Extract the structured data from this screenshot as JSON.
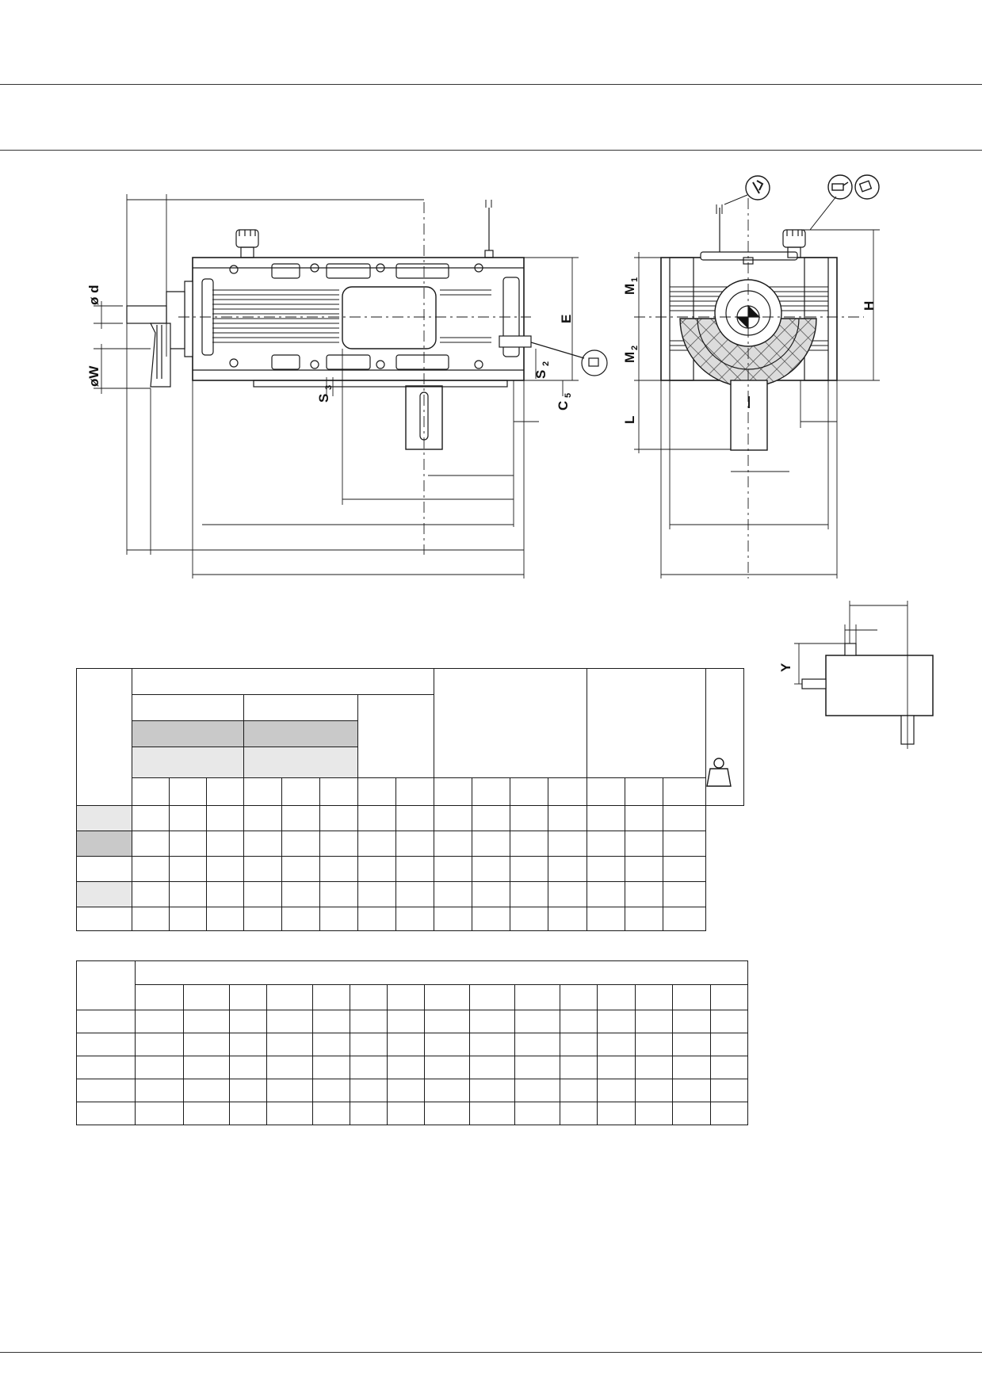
{
  "page": {
    "header_rules": true,
    "footer_rule": true
  },
  "side_view": {
    "labels": {
      "shaft_d": "ø d",
      "shaft_w": "øW",
      "s3_main": "S",
      "s3_sub": "3",
      "s2_main": "S",
      "s2_sub": "2",
      "c5_main": "C",
      "c5_sub": "5",
      "e": "E"
    }
  },
  "front_view": {
    "labels": {
      "m1_main": "M",
      "m1_sub": "1",
      "m2_main": "M",
      "m2_sub": "2",
      "l": "L",
      "h": "H"
    }
  },
  "detail_view": {
    "labels": {
      "y": "Y"
    }
  },
  "icons": [
    "wrench-icon",
    "lubrication-icon",
    "breather-icon",
    "weight-icon"
  ],
  "colors": {
    "line": "#1a1a1a",
    "grey_dark": "#c9c9c9",
    "grey_light": "#e8e8e8",
    "hatch": "#444444"
  }
}
